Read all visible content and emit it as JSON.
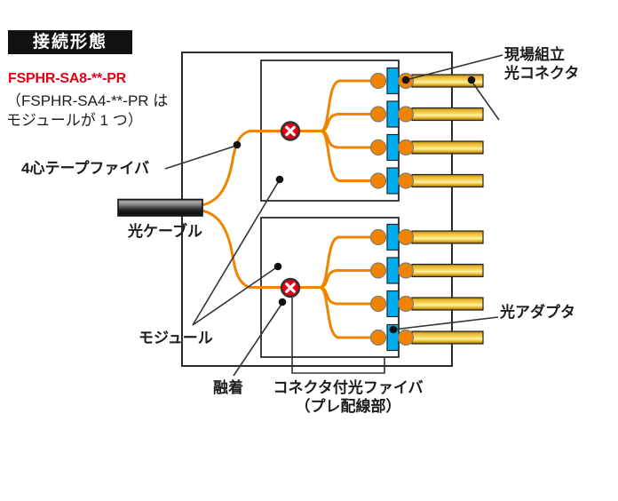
{
  "header": {
    "section_label": "接続形態"
  },
  "model": {
    "code": "FSPHR-SA8-**-PR",
    "note_line1": "（FSPHR-SA4-**-PR は",
    "note_line2": "モジュールが 1 つ）"
  },
  "labels": {
    "tape_fiber": "4心テープファイバ",
    "optical_cable": "光ケーブル",
    "module": "モジュール",
    "fusion_splice": "融着",
    "connectorized_fiber_line1": "コネクタ付光ファイバ",
    "connectorized_fiber_line2": "（プレ配線部）",
    "field_connector_line1": "現場組立",
    "field_connector_line2": "光コネクタ",
    "optical_adapter": "光アダプタ"
  },
  "colors": {
    "accent_red": "#e60012",
    "fiber_orange": "#f08300",
    "connector_cyan": "#00aeef",
    "bar_yellow": "#f5c63a",
    "cable_gray": "#3a3a3a",
    "line_dark": "#2b2b2b",
    "badge_bg": "#111111",
    "badge_fg": "#ffffff"
  },
  "diagram": {
    "modules": 2,
    "fibers_per_module": 4,
    "fusion_splices": 2,
    "connectors_total": 8,
    "icons": {
      "fusion_splice": "red-circle-x-icon",
      "leader_target": "black-dot-icon"
    }
  }
}
